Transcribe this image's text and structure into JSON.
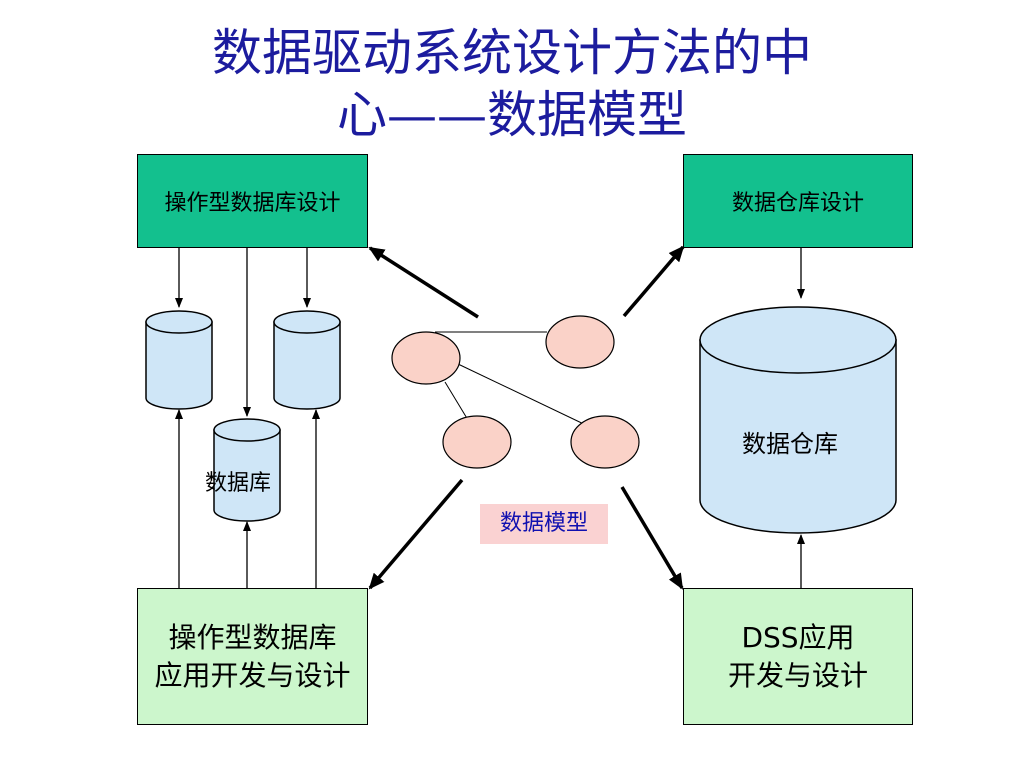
{
  "title": {
    "line1": "数据驱动系统设计方法的中",
    "line2": "心——数据模型"
  },
  "boxes": {
    "op_db_design": "操作型数据库设计",
    "dw_design": "数据仓库设计",
    "op_db_app": "操作型数据库\n应用开发与设计",
    "dss_app": "DSS应用\n开发与设计"
  },
  "labels": {
    "database": "数据库",
    "data_warehouse": "数据仓库",
    "data_model": "数据模型"
  },
  "colors": {
    "title": "#1c1c9e",
    "box_dark": "#13c08e",
    "box_light": "#ccf6cc",
    "cylinder": "#cfe6f7",
    "entity": "#fad2c8",
    "model_label_bg": "#fad2d2"
  }
}
